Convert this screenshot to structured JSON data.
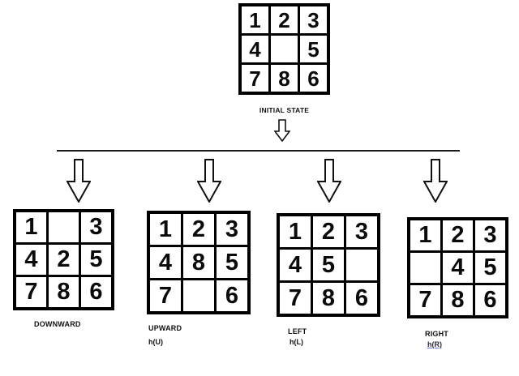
{
  "colors": {
    "background": "#ffffff",
    "ink": "#000000",
    "link_underline": "#5b6ee1"
  },
  "icons": {
    "down_arrow": "outlined down arrow (white fill, black stroke)"
  },
  "initial": {
    "label": "INITIAL STATE",
    "grid": [
      [
        "1",
        "2",
        "3"
      ],
      [
        "4",
        "",
        "5"
      ],
      [
        "7",
        "8",
        "6"
      ]
    ]
  },
  "children": [
    {
      "label": "DOWNWARD",
      "grid": [
        [
          "1",
          "",
          "3"
        ],
        [
          "4",
          "2",
          "5"
        ],
        [
          "7",
          "8",
          "6"
        ]
      ]
    },
    {
      "label": "UPWARD",
      "heuristic": "h(U)",
      "grid": [
        [
          "1",
          "2",
          "3"
        ],
        [
          "4",
          "8",
          "5"
        ],
        [
          "7",
          "",
          "6"
        ]
      ]
    },
    {
      "label": "LEFT",
      "heuristic": "h(L)",
      "grid": [
        [
          "1",
          "2",
          "3"
        ],
        [
          "4",
          "5",
          ""
        ],
        [
          "7",
          "8",
          "6"
        ]
      ]
    },
    {
      "label": "RIGHT",
      "heuristic": "h(R)",
      "grid": [
        [
          "1",
          "2",
          "3"
        ],
        [
          "",
          "4",
          "5"
        ],
        [
          "7",
          "8",
          "6"
        ]
      ]
    }
  ]
}
